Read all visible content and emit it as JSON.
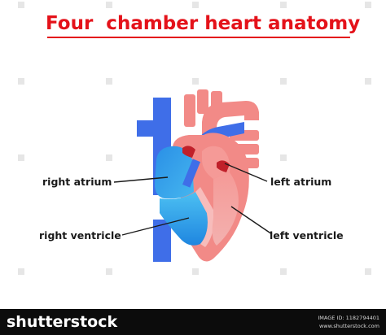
{
  "title": "Four  chamber heart anatomy",
  "labels": {
    "right_atrium": "right atrium",
    "right_ventricle": "right ventricle",
    "left_atrium": "left atrium",
    "left_ventricle": "left ventricle"
  },
  "colors": {
    "title": "#e4121a",
    "oxygen_poor_blue": "#3f6ee8",
    "light_blue_chamber": "#29a3e8",
    "oxygen_rich_pink": "#f28a87",
    "light_pink_chamber": "#f7bcbb",
    "dark_red": "#c0202a",
    "footer_bg": "#0c0c0c"
  },
  "footer": {
    "brand": "shutterstock",
    "image_id": "IMAGE ID: 1182794401",
    "site": "www.shutterstock.com"
  }
}
